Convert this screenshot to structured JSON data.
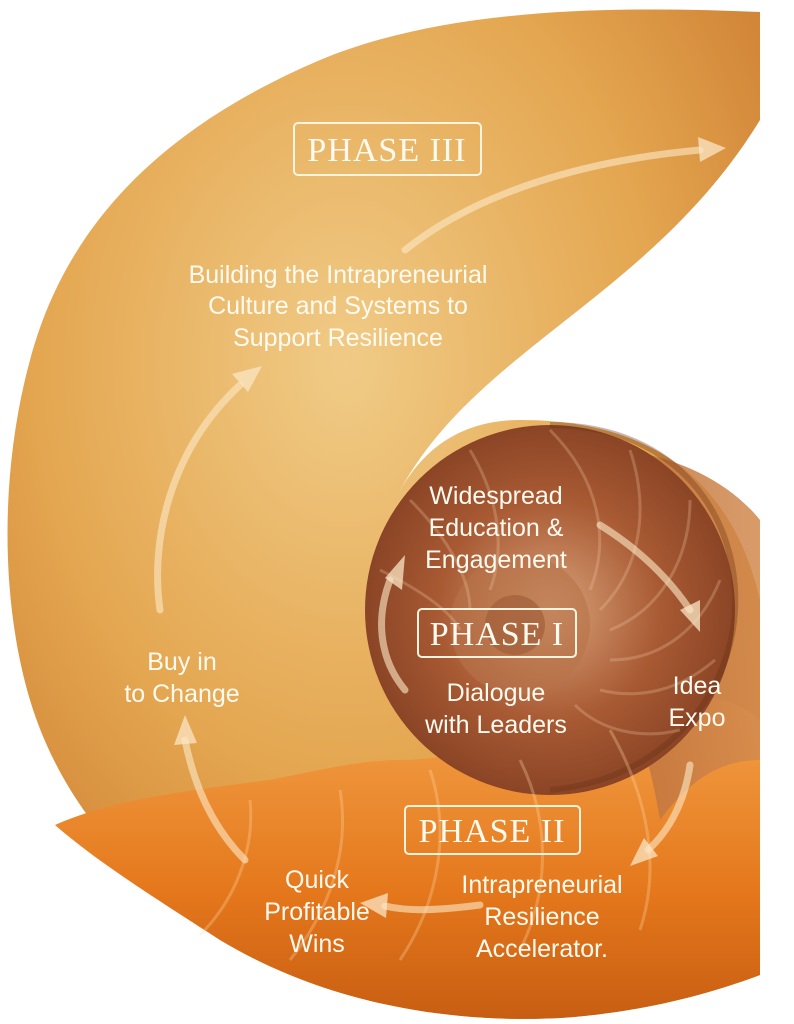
{
  "phases": {
    "phase1": "PHASE I",
    "phase2": "PHASE II",
    "phase3": "PHASE III"
  },
  "labels": {
    "building": [
      "Building the Intrapreneurial",
      "Culture and Systems to",
      "Support Resilience"
    ],
    "buy_in": [
      "Buy in",
      "to Change"
    ],
    "widespread": [
      "Widespread",
      "Education &",
      "Engagement"
    ],
    "dialogue": [
      "Dialogue",
      "with Leaders"
    ],
    "idea_expo": [
      "Idea",
      "Expo"
    ],
    "quick_wins": [
      "Quick",
      "Profitable",
      "Wins"
    ],
    "accelerator": [
      "Intrapreneurial",
      "Resilience",
      "Accelerator."
    ]
  },
  "colors": {
    "outer_shell": "#e2a24e",
    "inner_chamber": "#9a4f2c",
    "lower_chamber": "#e57c20",
    "text": "#fffaf0"
  }
}
